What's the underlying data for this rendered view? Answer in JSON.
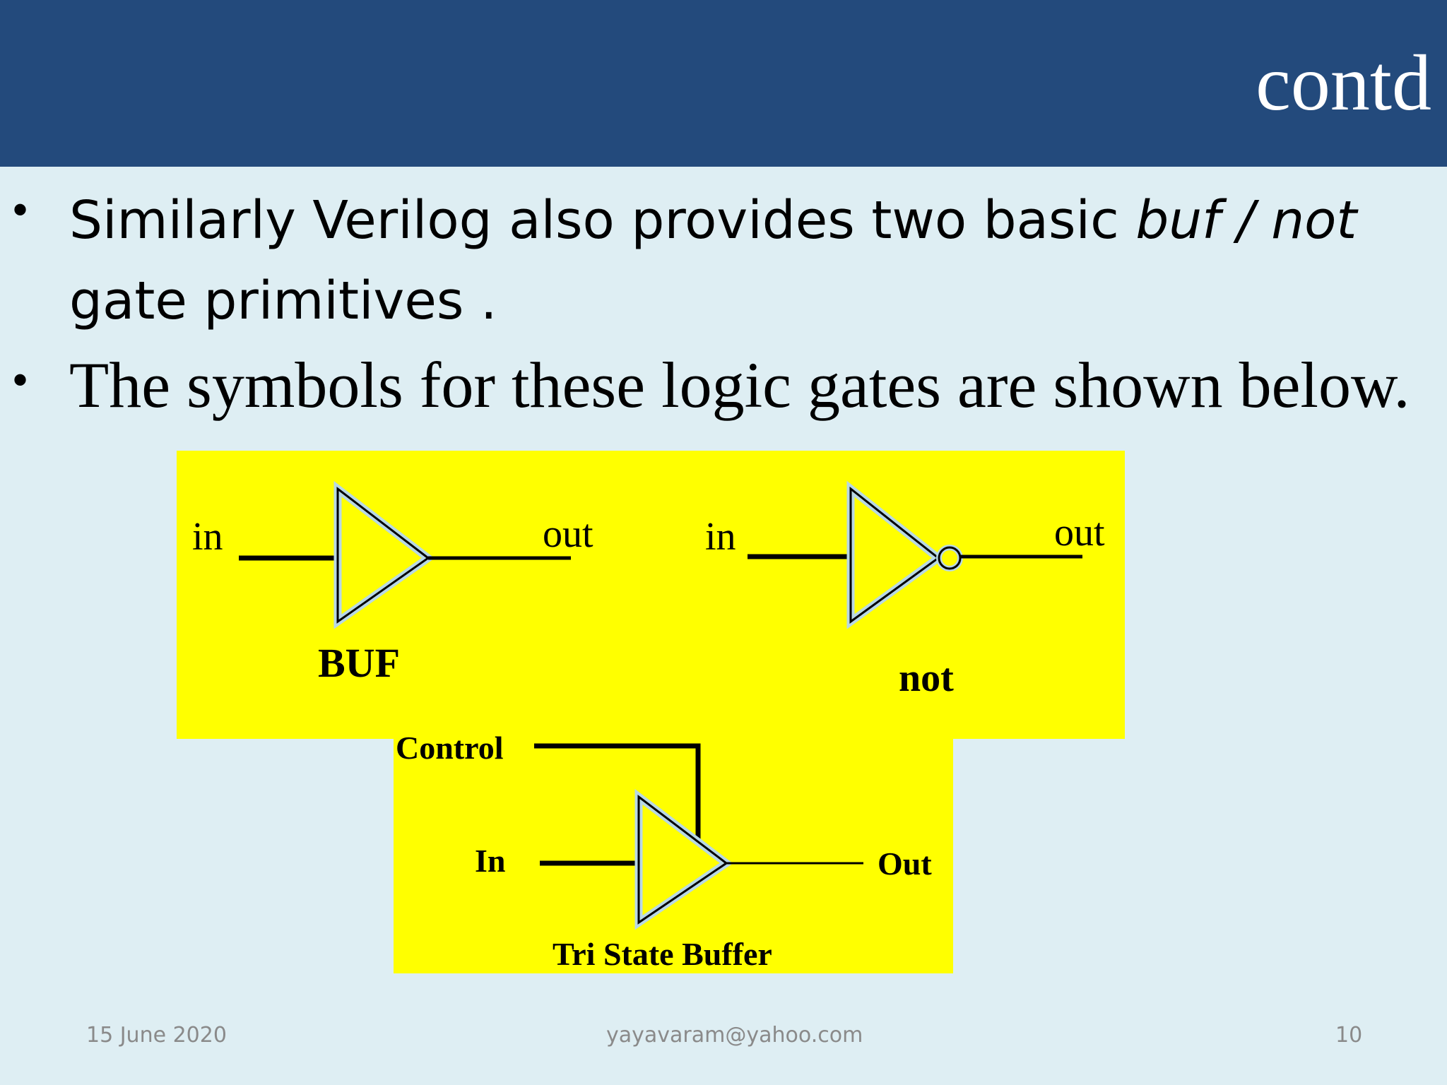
{
  "slide": {
    "title": "contd",
    "bullets": [
      {
        "text_before": "Similarly Verilog also provides two  basic ",
        "emphasis": "buf / not",
        "text_after": " gate primitives ."
      },
      {
        "text": "The symbols for these logic gates are shown below."
      }
    ]
  },
  "diagram": {
    "buf": {
      "in_label": "in",
      "out_label": "out",
      "name": "BUF"
    },
    "not": {
      "in_label": "in",
      "out_label": "out",
      "name": "not"
    },
    "tristate": {
      "control_label": "Control",
      "in_label": "In",
      "out_label": "Out",
      "name": "Tri State Buffer"
    }
  },
  "footer": {
    "date": "15 June 2020",
    "email": "yayavaram@yahoo.com",
    "page": "10"
  },
  "colors": {
    "header": "#234a7c",
    "background": "#deeef3",
    "diagram_fill": "#ffff00"
  }
}
